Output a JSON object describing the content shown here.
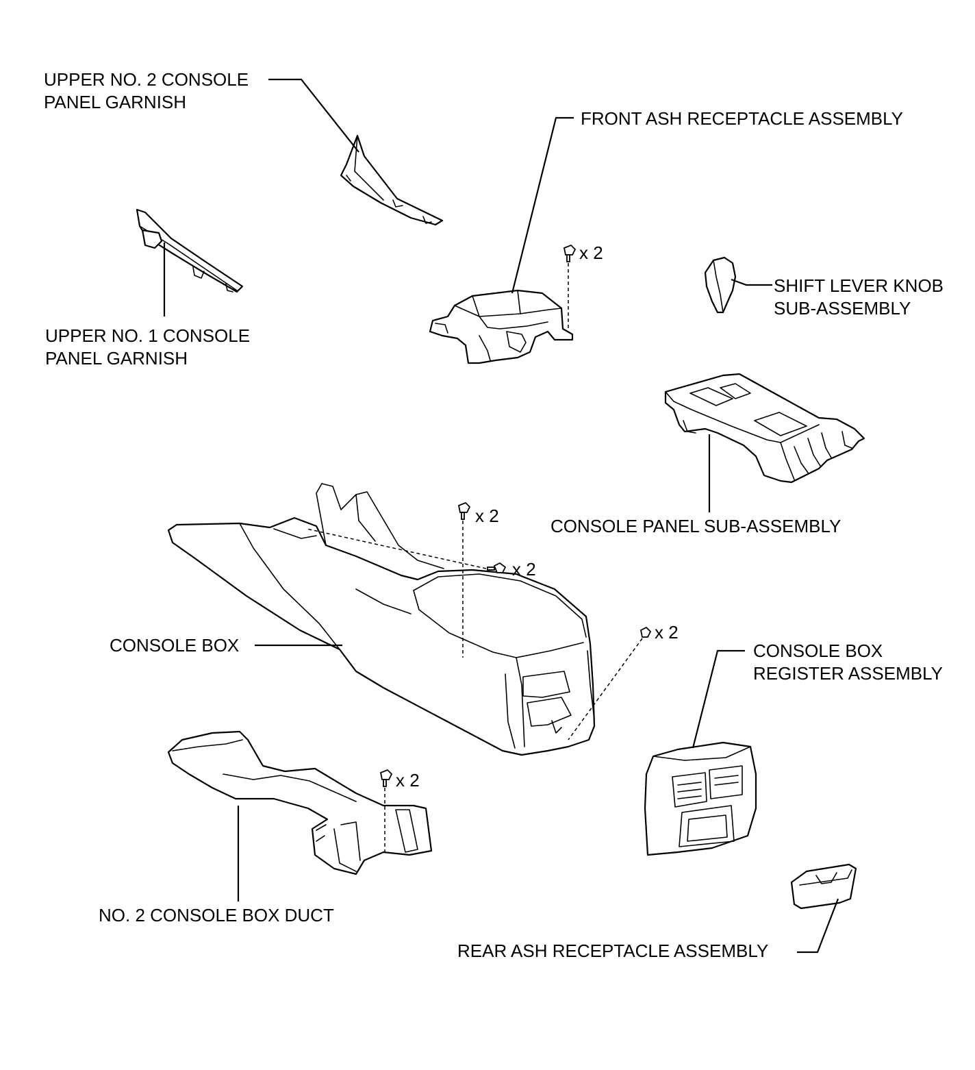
{
  "labels": {
    "upper_no2_garnish": [
      "UPPER NO. 2 CONSOLE",
      "PANEL GARNISH"
    ],
    "upper_no1_garnish": [
      "UPPER NO. 1 CONSOLE",
      "PANEL GARNISH"
    ],
    "front_ash": "FRONT ASH RECEPTACLE ASSEMBLY",
    "shift_knob": [
      "SHIFT LEVER KNOB",
      "SUB-ASSEMBLY"
    ],
    "console_panel": "CONSOLE PANEL SUB-ASSEMBLY",
    "console_box": "CONSOLE BOX",
    "register": [
      "CONSOLE BOX",
      "REGISTER ASSEMBLY"
    ],
    "duct": "NO. 2 CONSOLE BOX DUCT",
    "rear_ash": "REAR ASH RECEPTACLE ASSEMBLY"
  },
  "quantities": {
    "front_ash_screws": "x 2",
    "box_top_screws": "x 2",
    "box_mid_screws": "x 2",
    "box_rear_screws": "x 2",
    "duct_screws": "x 2"
  }
}
